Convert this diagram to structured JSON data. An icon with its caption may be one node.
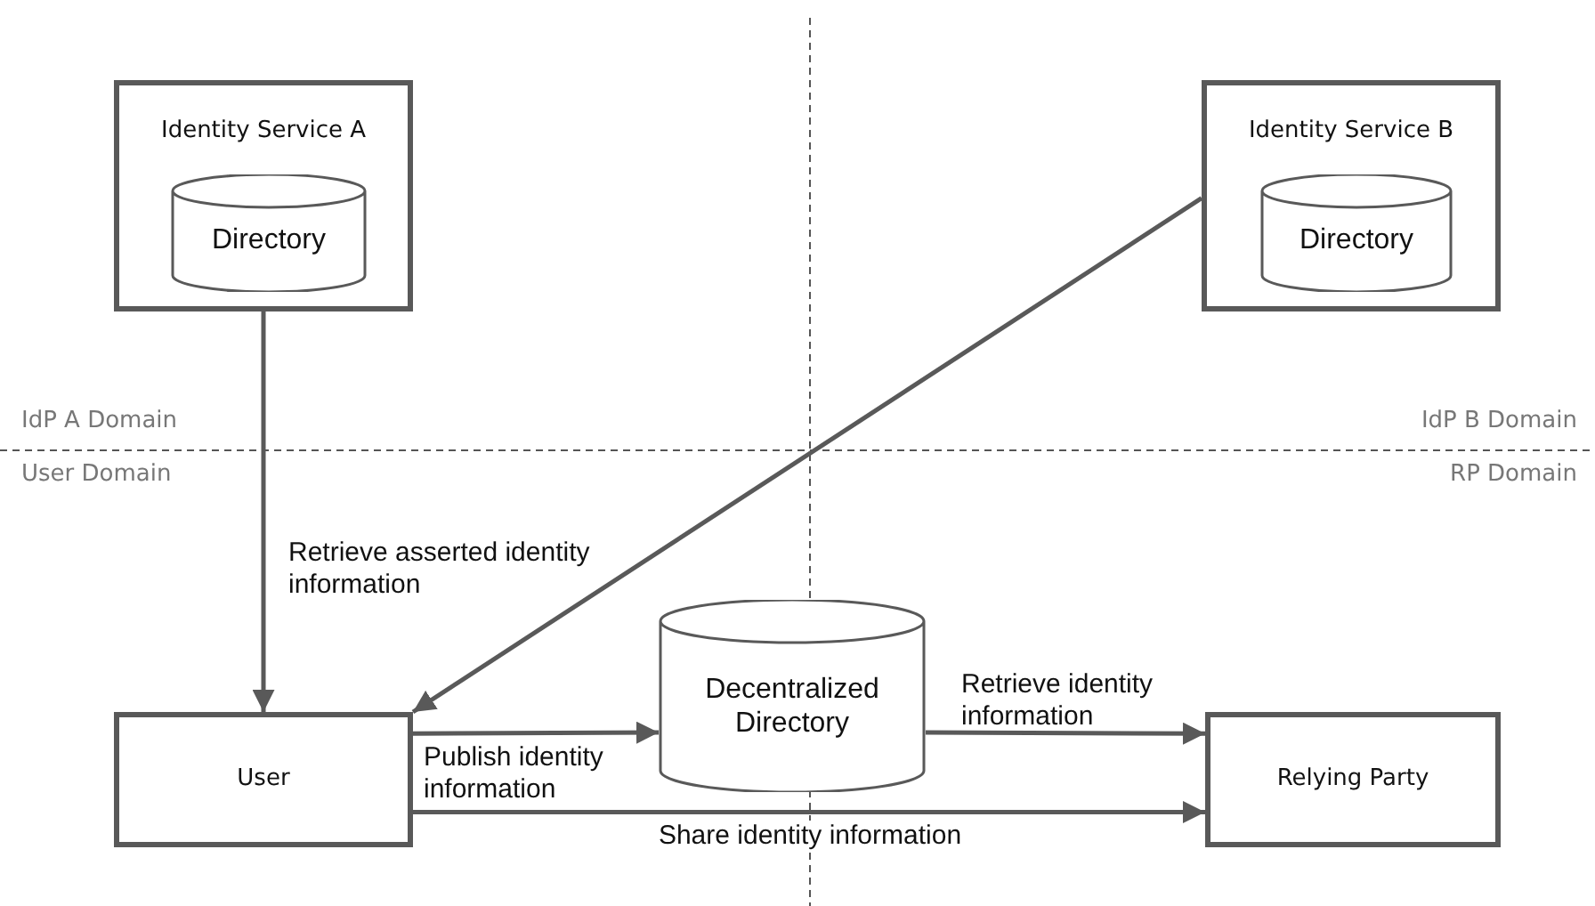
{
  "diagram": {
    "nodes": [
      {
        "text": [
          "Identity Service A"
        ]
      },
      {
        "text": [
          "Directory"
        ],
        "in": 0
      },
      {
        "text": [
          "Identity Service B"
        ]
      },
      {
        "text": [
          "Directory"
        ],
        "in": 2
      },
      {
        "text": [
          "User"
        ]
      },
      {
        "text": [
          "Decentralized Directory"
        ]
      },
      {
        "text": [
          "Relying Party"
        ]
      }
    ],
    "edges": [
      {
        "from": 0,
        "to": 4,
        "arrow": "to",
        "label": "Retrieve asserted identity information"
      },
      {
        "from": 2,
        "to": 4,
        "arrow": "to"
      },
      {
        "from": 4,
        "to": 5,
        "arrow": "to",
        "label": "Publish identity information"
      },
      {
        "from": 5,
        "to": 6,
        "arrow": "to",
        "label": "Retrieve identity information"
      },
      {
        "from": 4,
        "to": 6,
        "arrow": "to",
        "label": "Share identity information"
      }
    ],
    "labels": [
      "IdP A Domain",
      "IdP B Domain",
      "User Domain",
      "RP Domain"
    ]
  }
}
